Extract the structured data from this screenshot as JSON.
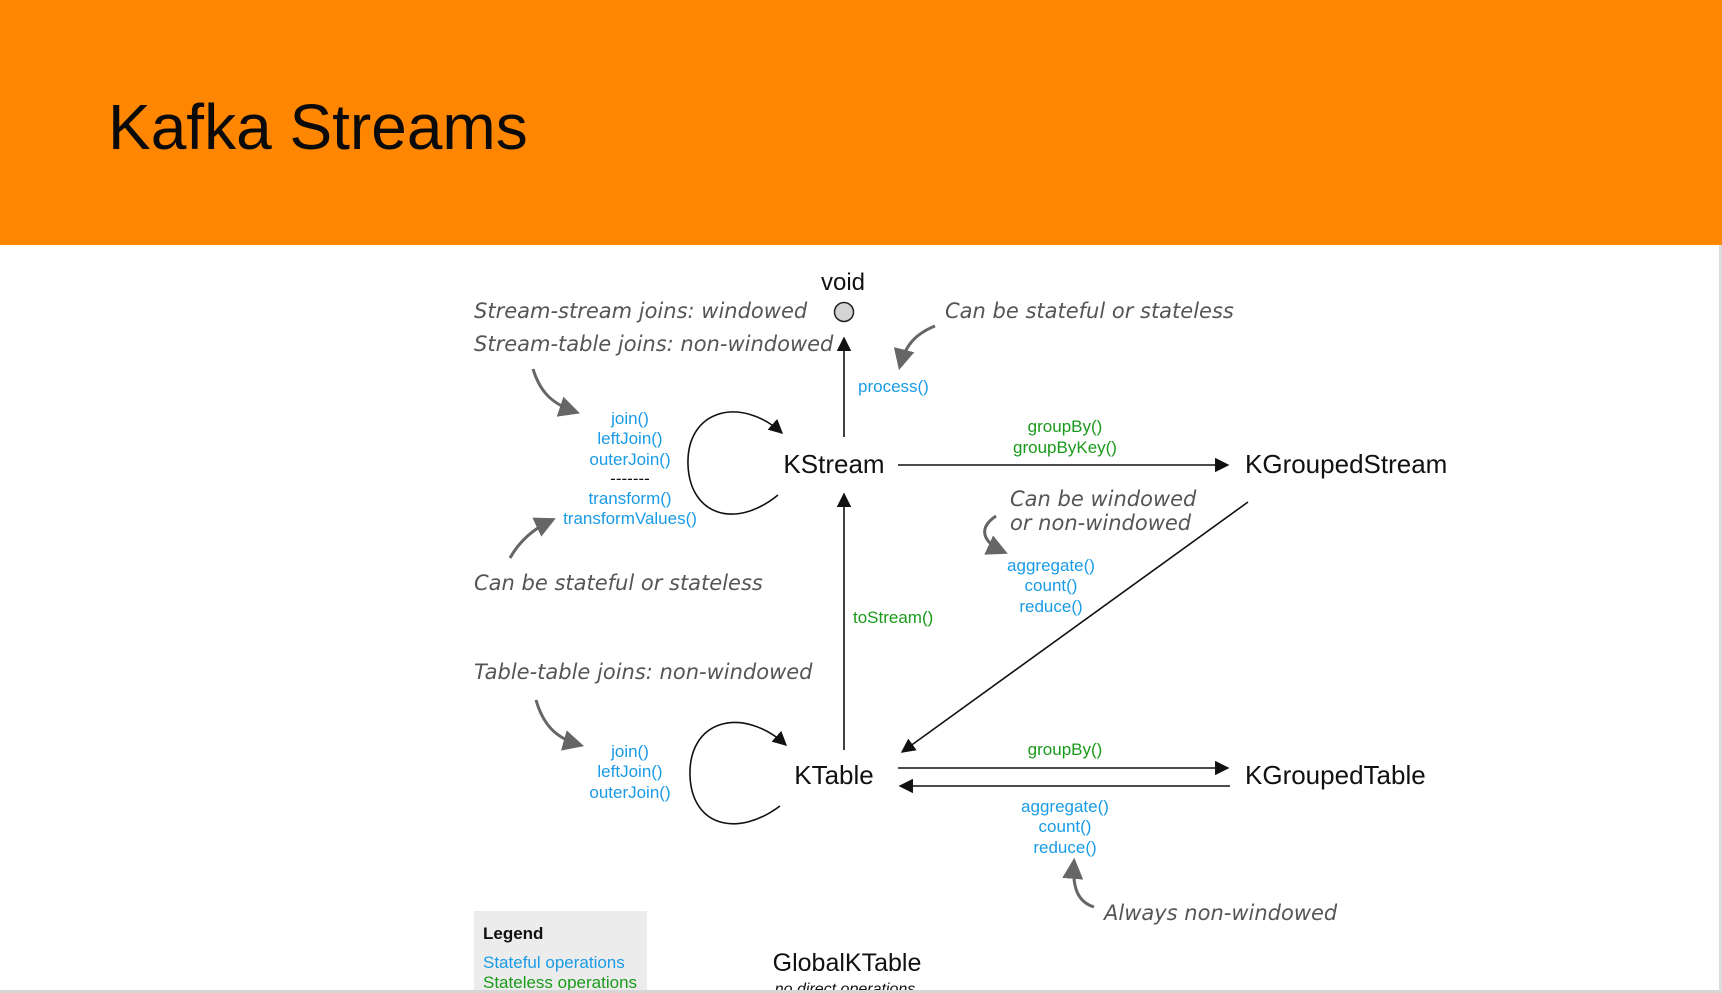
{
  "slide": {
    "title": "Kafka Streams"
  },
  "colors": {
    "header_bg": "#ff8601",
    "stateful": "#1a9be6",
    "stateless": "#1a9a1a",
    "annotation": "#555555",
    "node": "#111111"
  },
  "nodes": {
    "void": "void",
    "kstream": "KStream",
    "kgroupedstream": "KGroupedStream",
    "ktable": "KTable",
    "kgroupedtable": "KGroupedTable",
    "globalktable": "GlobalKTable",
    "globalktable_note": "no direct operations"
  },
  "operations": {
    "process": "process()",
    "kstream_self_stateful": [
      "join()",
      "leftJoin()",
      "outerJoin()"
    ],
    "kstream_self_separator": "-------",
    "kstream_self_transform": [
      "transform()",
      "transformValues()"
    ],
    "groupby_stream": [
      "groupBy()",
      "groupByKey()"
    ],
    "tostream": "toStream()",
    "grouped_stream_agg": [
      "aggregate()",
      "count()",
      "reduce()"
    ],
    "ktable_self": [
      "join()",
      "leftJoin()",
      "outerJoin()"
    ],
    "groupby_table": "groupBy()",
    "grouped_table_agg": [
      "aggregate()",
      "count()",
      "reduce()"
    ]
  },
  "annotations": {
    "stream_stream": "Stream-stream joins: windowed",
    "stream_table": "Stream-table joins: non-windowed",
    "process_note": "Can be stateful or stateless",
    "transform_note": "Can be stateful or stateless",
    "windowed_line1": "Can be windowed",
    "windowed_line2": "or non-windowed",
    "table_table": "Table-table joins: non-windowed",
    "always": "Always non-windowed"
  },
  "legend": {
    "title": "Legend",
    "stateful": "Stateful operations",
    "stateless": "Stateless operations"
  }
}
